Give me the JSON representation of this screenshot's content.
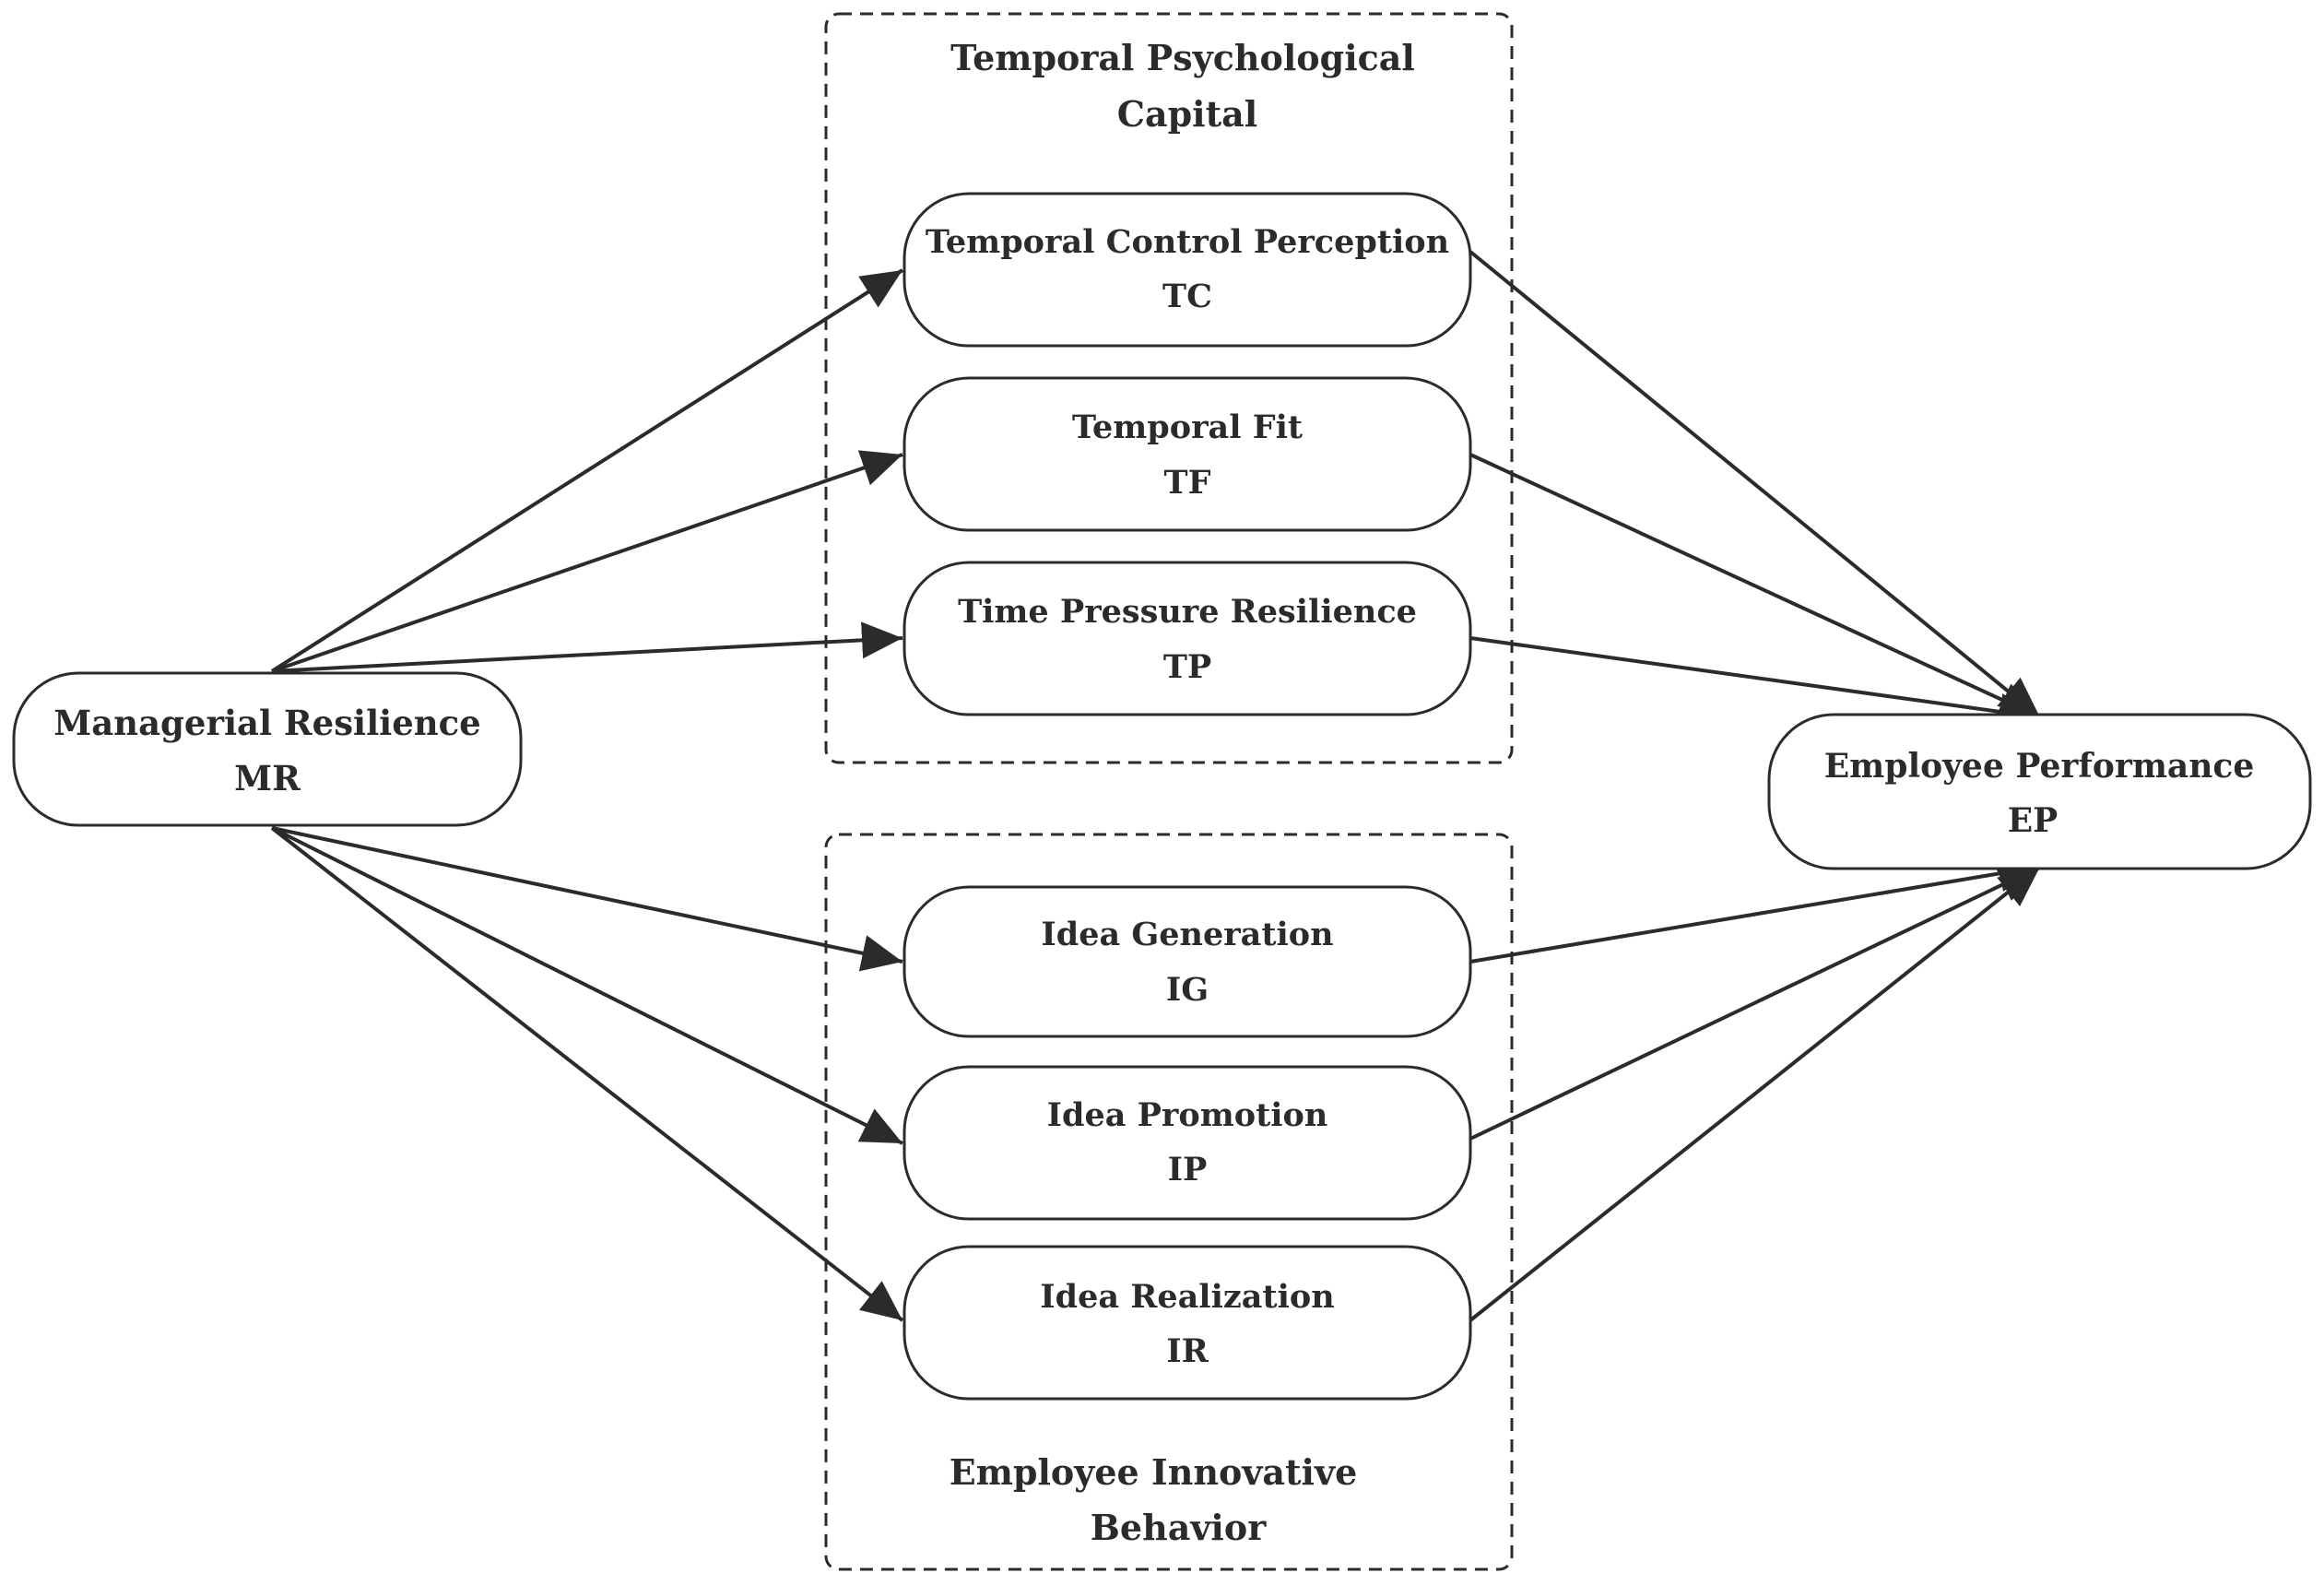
{
  "groups": {
    "temporal_psych_capital": {
      "label_line1": "Temporal Psychological",
      "label_line2": "Capital"
    },
    "employee_innovative_behavior": {
      "label_line1": "Employee Innovative",
      "label_line2": "Behavior"
    }
  },
  "nodes": {
    "mr": {
      "name": "Managerial Resilience",
      "abbr": "MR"
    },
    "tc": {
      "name": "Temporal Control Perception",
      "abbr": "TC"
    },
    "tf": {
      "name": "Temporal Fit",
      "abbr": "TF"
    },
    "tp": {
      "name": "Time Pressure Resilience",
      "abbr": "TP"
    },
    "ig": {
      "name": "Idea Generation",
      "abbr": "IG"
    },
    "ip": {
      "name": "Idea Promotion",
      "abbr": "IP"
    },
    "ir": {
      "name": "Idea Realization",
      "abbr": "IR"
    },
    "ep": {
      "name": "Employee Performance",
      "abbr": "EP"
    }
  },
  "edges": [
    {
      "from": "MR",
      "to": "TC"
    },
    {
      "from": "MR",
      "to": "TF"
    },
    {
      "from": "MR",
      "to": "TP"
    },
    {
      "from": "MR",
      "to": "IG"
    },
    {
      "from": "MR",
      "to": "IP"
    },
    {
      "from": "MR",
      "to": "IR"
    },
    {
      "from": "TC",
      "to": "EP"
    },
    {
      "from": "TF",
      "to": "EP"
    },
    {
      "from": "TP",
      "to": "EP"
    },
    {
      "from": "IG",
      "to": "EP"
    },
    {
      "from": "IP",
      "to": "EP"
    },
    {
      "from": "IR",
      "to": "EP"
    }
  ],
  "colors": {
    "stroke": "#2b2b2b",
    "text": "#2b2b2b",
    "background": "#ffffff"
  }
}
